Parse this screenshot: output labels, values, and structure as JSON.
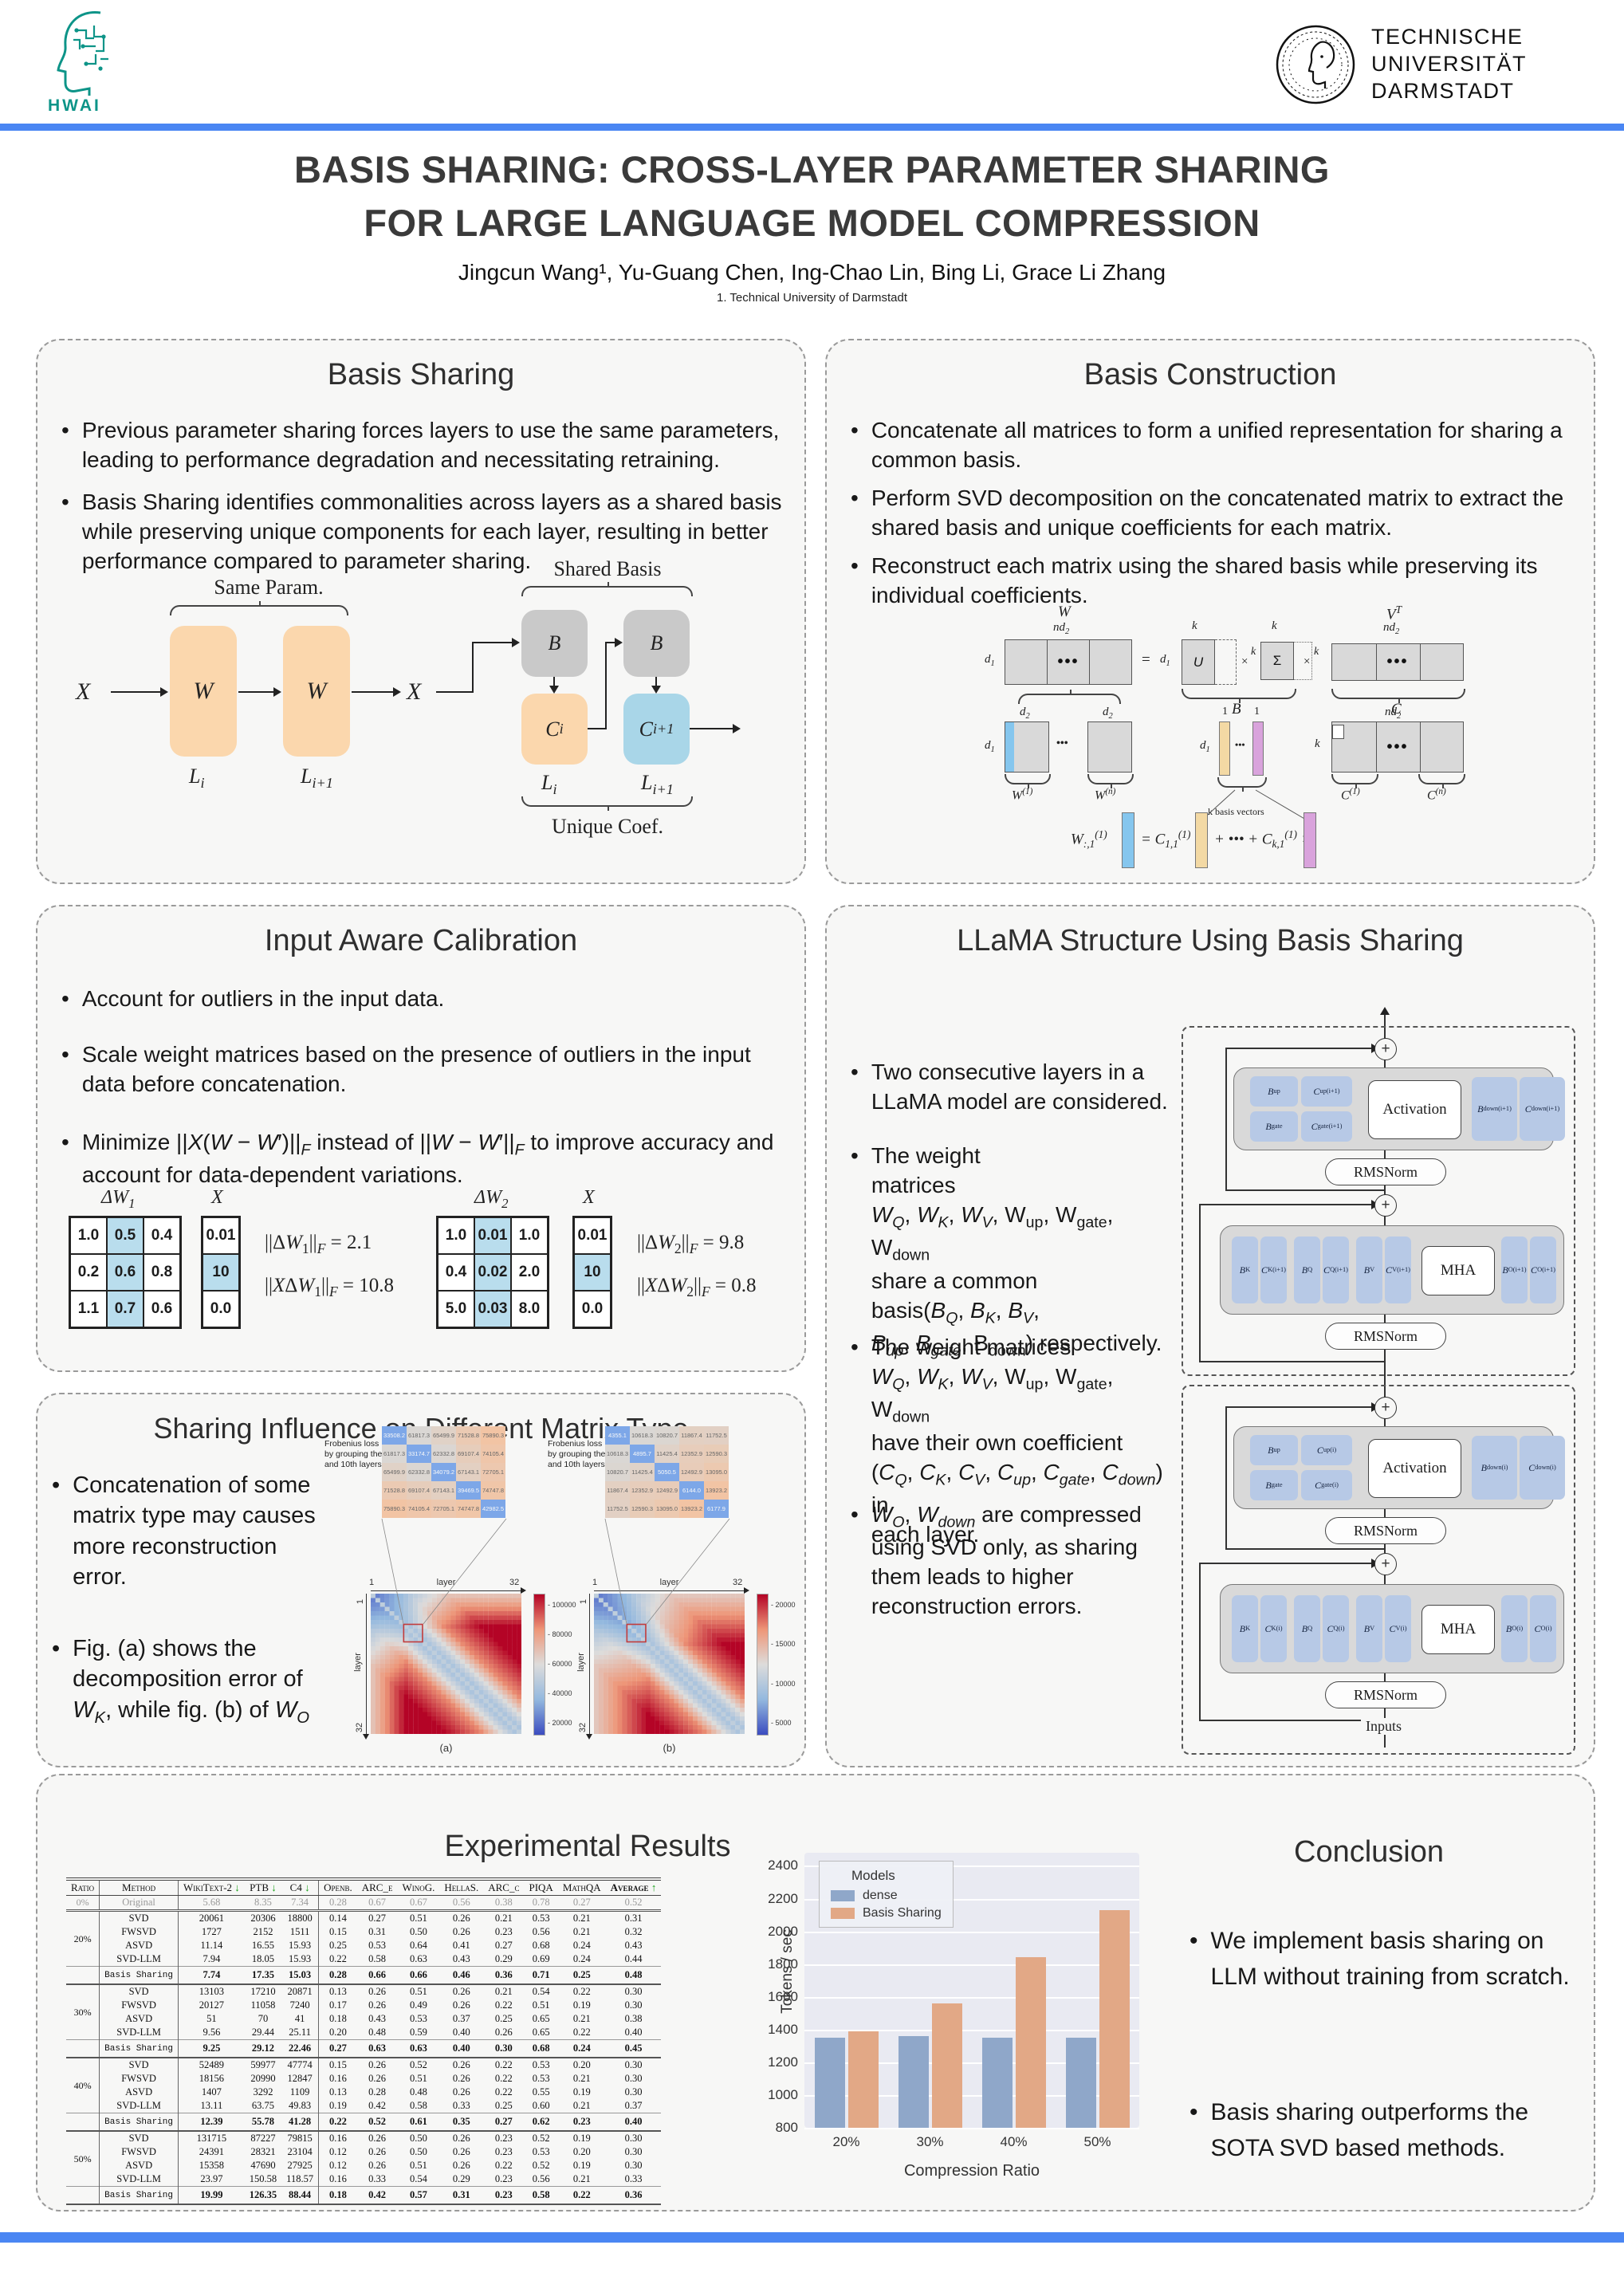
{
  "colors": {
    "accent_bar": "#4a86f3",
    "panel_bg": "#f7f7f6",
    "peach": "#fbd7ad",
    "lightblue_box": "#a9d6e8",
    "gray_box": "#c9c9c9",
    "chip_blue": "#b7c9e6",
    "tan": "#f3d9a4",
    "magenta": "#d9a3dc",
    "blue_col": "#85c6ee",
    "dense_bar": "#8fa7c9",
    "basis_bar": "#e2a886",
    "green_arrow": "#19a119"
  },
  "header": {
    "hwai_label": "HWAI",
    "tu_lines": [
      "TECHNISCHE",
      "UNIVERSITÄT",
      "DARMSTADT"
    ]
  },
  "title": {
    "line1": "BASIS SHARING: CROSS-LAYER PARAMETER SHARING",
    "line2": "FOR LARGE LANGUAGE MODEL COMPRESSION",
    "authors": "Jingcun Wang¹, Yu-Guang Chen, Ing-Chao Lin, Bing Li, Grace Li Zhang",
    "affiliation": "1. Technical University of Darmstadt"
  },
  "basis_sharing": {
    "title": "Basis Sharing",
    "bullets": [
      "Previous parameter sharing forces layers to use the same parameters, leading to performance degradation and necessitating retraining.",
      "Basis Sharing identifies commonalities across layers as a shared basis while preserving unique components for each layer, resulting in better performance compared to parameter sharing."
    ],
    "diagram": {
      "same_param": "Same Param.",
      "shared_basis": "Shared Basis",
      "unique_coef": "Unique Coef.",
      "x": "X",
      "w": "W",
      "b": "B",
      "ci": "C<sub>i</sub>",
      "ci1": "C<sub>i+1</sub>",
      "li": "L<sub>i</sub>",
      "li1": "L<sub>i+1</sub>"
    }
  },
  "basis_construction": {
    "title": "Basis Construction",
    "bullets": [
      "Concatenate all matrices to form a unified representation for sharing a common basis.",
      "Perform SVD decomposition on the concatenated matrix to extract the shared basis and unique coefficients for each matrix.",
      "Reconstruct each matrix using the shared basis while preserving its individual coefficients."
    ],
    "diagram": {
      "w": "W",
      "nd2": "nd<sub>2</sub>",
      "d1": "d<sub>1</sub>",
      "d2": "d<sub>2</sub>",
      "u": "U",
      "sigma": "Σ",
      "k": "k",
      "vt": "V<sup>T</sup>",
      "eq": "=",
      "times": "×",
      "b": "B",
      "c": "C",
      "w1": "W<sup>(1)</sup>",
      "wn": "W<sup>(n)</sup>",
      "one": "1",
      "c1": "C<sup>(1)</sup>",
      "cn": "C<sup>(n)</sup>",
      "dots": "•••",
      "kbasis": "k basis vectors",
      "f_lhs": "W<sub>:,1</sub><sup>(1)</sup>",
      "f_eq": "= C<sub>1,1</sub><sup>(1)</sup> ×",
      "f_mid": "+ ••• + C<sub>k,1</sub><sup>(1)</sup> ×"
    }
  },
  "input_aware": {
    "title": "Input Aware Calibration",
    "bullets": [
      "Account for outliers in the input data.",
      "Scale weight matrices based on the presence of outliers in the input data before concatenation.",
      "Minimize ||<i>X</i>(<i>W</i> − <i>W</i>′)||<sub><i>F</i></sub> instead of  ||<i>W</i> − <i>W</i>′||<sub><i>F</i></sub> to improve accuracy and account for data-dependent variations."
    ],
    "dw1_label": "Δ<i>W</i><sub>1</sub>",
    "x_label": "<i>X</i>",
    "dw2_label": "Δ<i>W</i><sub>2</sub>",
    "dw1": {
      "rows": [
        [
          "1.0",
          "0.5",
          "0.4"
        ],
        [
          "0.2",
          "0.6",
          "0.8"
        ],
        [
          "1.1",
          "0.7",
          "0.6"
        ]
      ],
      "highlight_col": 1
    },
    "x1": {
      "rows": [
        [
          "0.01"
        ],
        [
          "10"
        ],
        [
          "0.0"
        ]
      ],
      "highlight_cell": [
        1,
        0
      ]
    },
    "dw2": {
      "rows": [
        [
          "1.0",
          "0.01",
          "1.0"
        ],
        [
          "0.4",
          "0.02",
          "2.0"
        ],
        [
          "5.0",
          "0.03",
          "8.0"
        ]
      ],
      "highlight_col": 1
    },
    "x2": {
      "rows": [
        [
          "0.01"
        ],
        [
          "10"
        ],
        [
          "0.0"
        ]
      ],
      "highlight_cell": [
        1,
        0
      ]
    },
    "norm1a": "||Δ<i>W</i><sub>1</sub>||<sub><i>F</i></sub> = 2.1",
    "norm1b": "||<i>X</i>Δ<i>W</i><sub>1</sub>||<sub><i>F</i></sub> = 10.8",
    "norm2a": "||Δ<i>W</i><sub>2</sub>||<sub><i>F</i></sub> = 9.8",
    "norm2b": "||<i>X</i>Δ<i>W</i><sub>2</sub>||<sub><i>F</i></sub> = 0.8"
  },
  "sharing_influence": {
    "title": "Sharing Influence on Different Matrix Type",
    "bullets": [
      "Concatenation of some matrix type may causes more reconstruction error.",
      "Fig. (a) shows the decomposition error of <i>W<sub>K</sub></i>, while fig. (b) of <i>W<sub>O</sub></i>"
    ],
    "annotation": "Frobenius loss\nby grouping the 9th\nand 10th layers",
    "axis_label": "layer",
    "axis_min": "1",
    "axis_max": "32",
    "fig_a_label": "(a)",
    "fig_b_label": "(b)",
    "insets": {
      "a": [
        [
          33508.2,
          61817.3,
          65499.9,
          71528.8,
          75890.3
        ],
        [
          61817.3,
          33174.7,
          62332.8,
          69107.4,
          74105.4
        ],
        [
          65499.9,
          62332.8,
          34079.2,
          67143.1,
          72705.1
        ],
        [
          71528.8,
          69107.4,
          67143.1,
          39469.5,
          74747.8
        ],
        [
          75890.3,
          74105.4,
          72705.1,
          74747.8,
          42982.5
        ]
      ],
      "b": [
        [
          4355.1,
          10618.3,
          10820.7,
          11867.4,
          11752.5
        ],
        [
          10618.3,
          4895.7,
          11425.4,
          12352.9,
          12590.3
        ],
        [
          10820.7,
          11425.4,
          5050.5,
          12492.9,
          13095.0
        ],
        [
          11867.4,
          12352.9,
          12492.9,
          6144.0,
          13923.2
        ],
        [
          11752.5,
          12590.3,
          13095.0,
          13923.2,
          6177.9
        ]
      ]
    },
    "colorbar_a": [
      "100000",
      "80000",
      "60000",
      "40000",
      "20000"
    ],
    "colorbar_b": [
      "20000",
      "15000",
      "10000",
      "5000"
    ]
  },
  "llama": {
    "title": "LLaMA Structure Using Basis Sharing",
    "bullets": [
      "Two consecutive layers in a LLaMA model are considered.",
      "The weight<br>matrices<br><i>W<sub>Q</sub></i>, <i>W<sub>K</sub></i>, <i>W<sub>V</sub></i>, W<sub>up</sub>, W<sub>gate</sub>, W<sub>down</sub><br>share a common<br>basis(<i>B<sub>Q</sub></i>, <i>B<sub>K</sub></i>, <i>B<sub>V</sub></i>,<br><i>B<sub>up</sub></i>, <i>B<sub>gate</sub></i>, B<sub>down</sub>) respectively.",
      "The weight matrices<br><i>W<sub>Q</sub></i>, <i>W<sub>K</sub></i>, <i>W<sub>V</sub></i>, W<sub>up</sub>, W<sub>gate</sub>, W<sub>down</sub><br>have their own coefficient<br>(<i>C<sub>Q</sub></i>, <i>C<sub>K</sub></i>, <i>C<sub>V</sub></i>, <i>C<sub>up</sub></i>, <i>C<sub>gate</sub></i>, <i>C<sub>down</sub></i>) in<br>each layer.",
      "<i>W<sub>O</sub></i>, <i>W<sub>down</sub></i> are compressed<br>using SVD only, as sharing<br>them leads to higher<br>reconstruction errors."
    ],
    "layers": [
      {
        "ffn": [
          "<i>B</i><sub>up</sub>",
          "<i>C</i><sub>up</sub><sup>(i+1)</sup>",
          "<i>B</i><sub>gate</sub>",
          "<i>C</i><sub>gate</sub><sup>(i+1)</sup>"
        ],
        "act": "Activation",
        "down": [
          "<i>B</i><sub>down</sub><sup>(i+1)</sup>",
          "<i>C</i><sub>down</sub><sup>(i+1)</sup>"
        ],
        "mha_chips": [
          "<i>B</i><sub>K</sub>",
          "<i>C</i><sub>K</sub><sup>(i+1)</sup>",
          "<i>B</i><sub>Q</sub>",
          "<i>C</i><sub>Q</sub><sup>(i+1)</sup>",
          "<i>B</i><sub>V</sub>",
          "<i>C</i><sub>V</sub><sup>(i+1)</sup>"
        ],
        "mha": "MHA",
        "out": [
          "<i>B</i><sub>O</sub><sup>(i+1)</sup>",
          "<i>C</i><sub>O</sub><sup>(i+1)</sup>"
        ],
        "rms": "RMSNorm"
      },
      {
        "ffn": [
          "<i>B</i><sub>up</sub>",
          "<i>C</i><sub>up</sub><sup>(i)</sup>",
          "<i>B</i><sub>gate</sub>",
          "<i>C</i><sub>gate</sub><sup>(i)</sup>"
        ],
        "act": "Activation",
        "down": [
          "<i>B</i><sub>down</sub><sup>(i)</sup>",
          "<i>C</i><sub>down</sub><sup>(i)</sup>"
        ],
        "mha_chips": [
          "<i>B</i><sub>K</sub>",
          "<i>C</i><sub>K</sub><sup>(i)</sup>",
          "<i>B</i><sub>Q</sub>",
          "<i>C</i><sub>Q</sub><sup>(i)</sup>",
          "<i>B</i><sub>V</sub>",
          "<i>C</i><sub>V</sub><sup>(i)</sup>"
        ],
        "mha": "MHA",
        "out": [
          "<i>B</i><sub>O</sub><sup>(i)</sup>",
          "<i>C</i><sub>O</sub><sup>(i)</sup>"
        ],
        "rms": "RMSNorm",
        "inputs": "Inputs"
      }
    ]
  },
  "results": {
    "title": "Experimental Results",
    "headers": [
      {
        "t": "Ratio"
      },
      {
        "t": "Method"
      },
      {
        "t": "WikiText-2",
        "a": "↓"
      },
      {
        "t": "PTB",
        "a": "↓"
      },
      {
        "t": "C4",
        "a": "↓"
      },
      {
        "t": "Openb."
      },
      {
        "t": "ARC_e"
      },
      {
        "t": "WinoG."
      },
      {
        "t": "HellaS."
      },
      {
        "t": "ARC_c"
      },
      {
        "t": "PIQA"
      },
      {
        "t": "MathQA"
      },
      {
        "t": "Average",
        "a": "↑",
        "b": true
      }
    ],
    "original": {
      "ratio": "0%",
      "method": "Original",
      "vals": [
        "5.68",
        "8.35",
        "7.34",
        "0.28",
        "0.67",
        "0.67",
        "0.56",
        "0.38",
        "0.78",
        "0.27",
        "0.52"
      ]
    },
    "groups": [
      {
        "ratio": "20%",
        "methods": [
          {
            "m": "SVD",
            "v": [
              "20061",
              "20306",
              "18800",
              "0.14",
              "0.27",
              "0.51",
              "0.26",
              "0.21",
              "0.53",
              "0.21",
              "0.31"
            ]
          },
          {
            "m": "FWSVD",
            "v": [
              "1727",
              "2152",
              "1511",
              "0.15",
              "0.31",
              "0.50",
              "0.26",
              "0.23",
              "0.56",
              "0.21",
              "0.32"
            ]
          },
          {
            "m": "ASVD",
            "v": [
              "11.14",
              "16.55",
              "15.93",
              "0.25",
              "0.53",
              "0.64",
              "0.41",
              "0.27",
              "0.68",
              "0.24",
              "0.43"
            ]
          },
          {
            "m": "SVD-LLM",
            "v": [
              "7.94",
              "18.05",
              "15.93",
              "0.22",
              "0.58",
              "0.63",
              "0.43",
              "0.29",
              "0.69",
              "0.24",
              "0.44"
            ]
          }
        ],
        "basis": {
          "m": "Basis Sharing",
          "v": [
            "7.74",
            "17.35",
            "15.03",
            "0.28",
            "0.66",
            "0.66",
            "0.46",
            "0.36",
            "0.71",
            "0.25",
            "0.48"
          ]
        }
      },
      {
        "ratio": "30%",
        "methods": [
          {
            "m": "SVD",
            "v": [
              "13103",
              "17210",
              "20871",
              "0.13",
              "0.26",
              "0.51",
              "0.26",
              "0.21",
              "0.54",
              "0.22",
              "0.30"
            ]
          },
          {
            "m": "FWSVD",
            "v": [
              "20127",
              "11058",
              "7240",
              "0.17",
              "0.26",
              "0.49",
              "0.26",
              "0.22",
              "0.51",
              "0.19",
              "0.30"
            ]
          },
          {
            "m": "ASVD",
            "v": [
              "51",
              "70",
              "41",
              "0.18",
              "0.43",
              "0.53",
              "0.37",
              "0.25",
              "0.65",
              "0.21",
              "0.38"
            ]
          },
          {
            "m": "SVD-LLM",
            "v": [
              "9.56",
              "29.44",
              "25.11",
              "0.20",
              "0.48",
              "0.59",
              "0.40",
              "0.26",
              "0.65",
              "0.22",
              "0.40"
            ]
          }
        ],
        "basis": {
          "m": "Basis Sharing",
          "v": [
            "9.25",
            "29.12",
            "22.46",
            "0.27",
            "0.63",
            "0.63",
            "0.40",
            "0.30",
            "0.68",
            "0.24",
            "0.45"
          ]
        }
      },
      {
        "ratio": "40%",
        "methods": [
          {
            "m": "SVD",
            "v": [
              "52489",
              "59977",
              "47774",
              "0.15",
              "0.26",
              "0.52",
              "0.26",
              "0.22",
              "0.53",
              "0.20",
              "0.30"
            ]
          },
          {
            "m": "FWSVD",
            "v": [
              "18156",
              "20990",
              "12847",
              "0.16",
              "0.26",
              "0.51",
              "0.26",
              "0.22",
              "0.53",
              "0.21",
              "0.30"
            ]
          },
          {
            "m": "ASVD",
            "v": [
              "1407",
              "3292",
              "1109",
              "0.13",
              "0.28",
              "0.48",
              "0.26",
              "0.22",
              "0.55",
              "0.19",
              "0.30"
            ]
          },
          {
            "m": "SVD-LLM",
            "v": [
              "13.11",
              "63.75",
              "49.83",
              "0.19",
              "0.42",
              "0.58",
              "0.33",
              "0.25",
              "0.60",
              "0.21",
              "0.37"
            ]
          }
        ],
        "basis": {
          "m": "Basis Sharing",
          "v": [
            "12.39",
            "55.78",
            "41.28",
            "0.22",
            "0.52",
            "0.61",
            "0.35",
            "0.27",
            "0.62",
            "0.23",
            "0.40"
          ]
        }
      },
      {
        "ratio": "50%",
        "methods": [
          {
            "m": "SVD",
            "v": [
              "131715",
              "87227",
              "79815",
              "0.16",
              "0.26",
              "0.50",
              "0.26",
              "0.23",
              "0.52",
              "0.19",
              "0.30"
            ]
          },
          {
            "m": "FWSVD",
            "v": [
              "24391",
              "28321",
              "23104",
              "0.12",
              "0.26",
              "0.50",
              "0.26",
              "0.23",
              "0.53",
              "0.20",
              "0.30"
            ]
          },
          {
            "m": "ASVD",
            "v": [
              "15358",
              "47690",
              "27925",
              "0.12",
              "0.26",
              "0.51",
              "0.26",
              "0.22",
              "0.52",
              "0.19",
              "0.30"
            ]
          },
          {
            "m": "SVD-LLM",
            "v": [
              "23.97",
              "150.58",
              "118.57",
              "0.16",
              "0.33",
              "0.54",
              "0.29",
              "0.23",
              "0.56",
              "0.21",
              "0.33"
            ]
          }
        ],
        "basis": {
          "m": "Basis Sharing",
          "v": [
            "19.99",
            "126.35",
            "88.44",
            "0.18",
            "0.42",
            "0.57",
            "0.31",
            "0.23",
            "0.58",
            "0.22",
            "0.36"
          ]
        }
      }
    ]
  },
  "chart_data": {
    "type": "bar",
    "categories": [
      "20%",
      "30%",
      "40%",
      "50%"
    ],
    "series": [
      {
        "name": "dense",
        "color": "#8fa7c9",
        "values": [
          1350,
          1360,
          1350,
          1350
        ]
      },
      {
        "name": "Basis Sharing",
        "color": "#e2a886",
        "values": [
          1390,
          1560,
          1840,
          2130
        ]
      }
    ],
    "legend_title": "Models",
    "xlabel": "Compression Ratio",
    "ylabel": "Tokens / sec",
    "ylim": [
      800,
      2480
    ],
    "yticks": [
      800,
      1000,
      1200,
      1400,
      1600,
      1800,
      2000,
      2200,
      2400
    ],
    "grid": true,
    "legend_position": "top-left"
  },
  "conclusion": {
    "title": "Conclusion",
    "bullets": [
      "We implement basis sharing on LLM without training from scratch.",
      "Basis sharing outperforms the SOTA SVD based methods."
    ]
  }
}
